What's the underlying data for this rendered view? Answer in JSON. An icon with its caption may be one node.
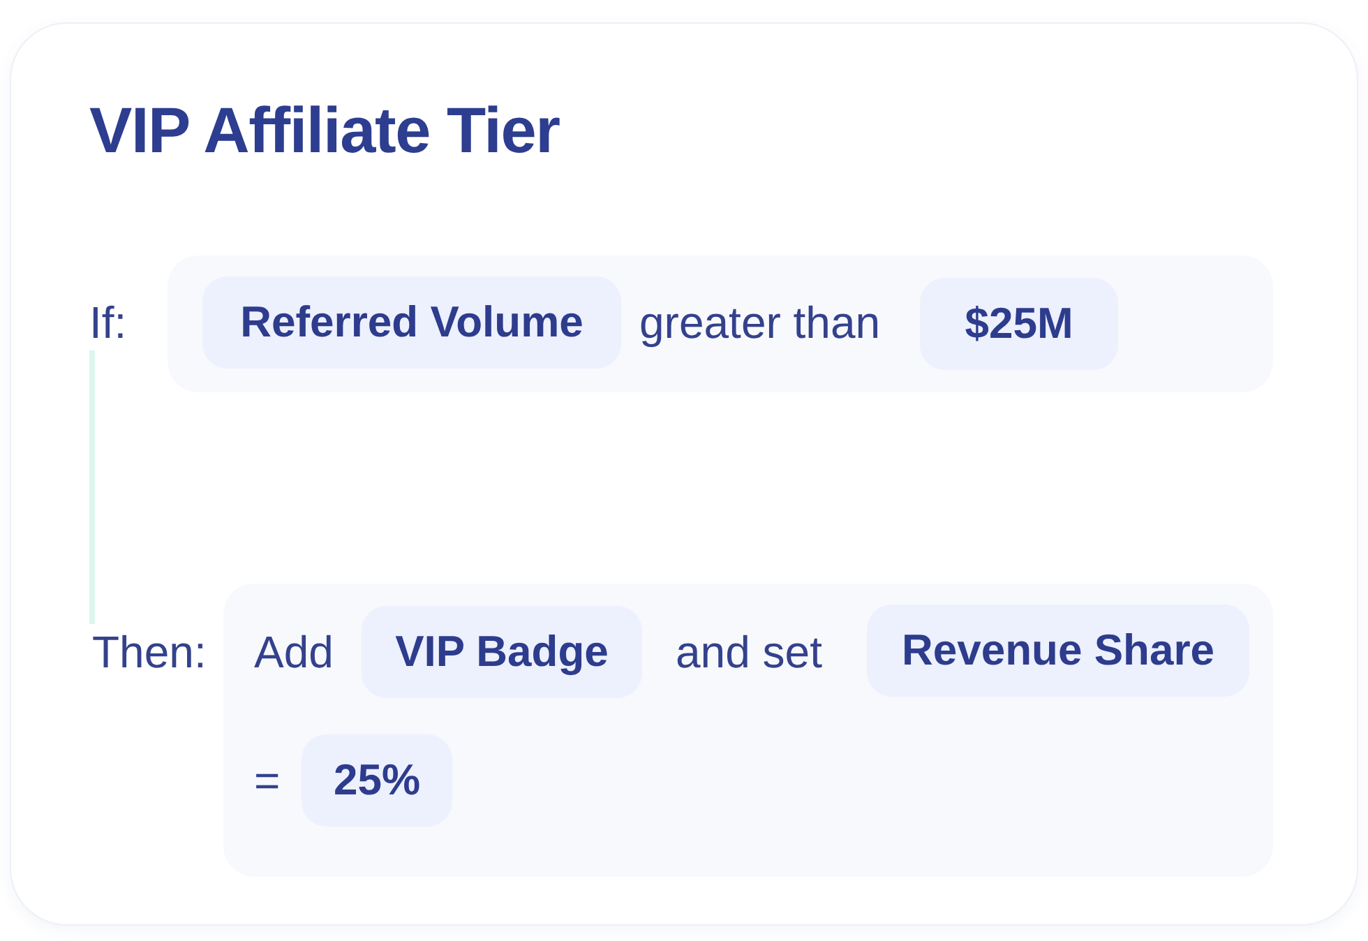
{
  "diagram": {
    "nodes": [
      {
        "text": [
          "VIP Affiliate Tier"
        ]
      },
      {
        "text": [
          "If:"
        ],
        "in": 0
      },
      {
        "text": [
          "greater than"
        ],
        "in": 0
      },
      {
        "text": [
          "Referred Volume"
        ],
        "in": 2
      },
      {
        "text": [
          "$25M"
        ],
        "in": 2
      },
      {
        "text": [
          "Then:"
        ],
        "in": 0
      },
      {
        "text": [
          "Add",
          "and set",
          "="
        ],
        "in": 0
      },
      {
        "text": [
          "VIP Badge"
        ],
        "in": 6
      },
      {
        "text": [
          "Revenue Share"
        ],
        "in": 6
      },
      {
        "text": [
          "25%"
        ],
        "in": 6
      }
    ],
    "edges": [
      {
        "from": 1,
        "to": 5,
        "arrow": "none",
        "color": "#ddf5eb"
      }
    ]
  }
}
